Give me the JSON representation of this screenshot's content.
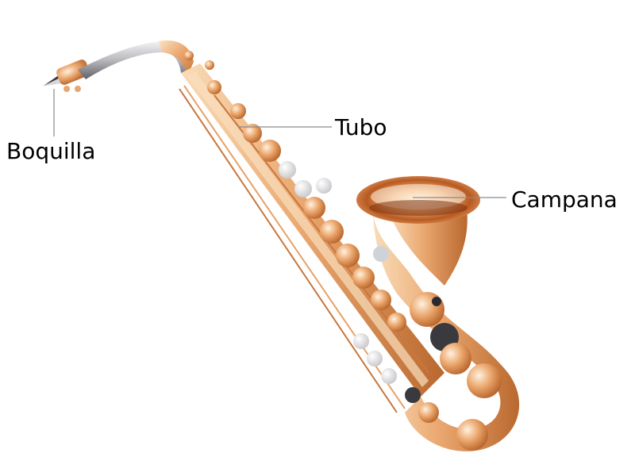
{
  "labels": {
    "mouthpiece": "Boquilla",
    "tube": "Tubo",
    "bell": "Campana"
  },
  "colors": {
    "brass_light": "#f6d2a8",
    "brass_mid": "#e8a46a",
    "brass_dark": "#b8662c",
    "silver": "#c9c9cc",
    "leader_line": "#8a8a8a",
    "background": "#ffffff"
  }
}
